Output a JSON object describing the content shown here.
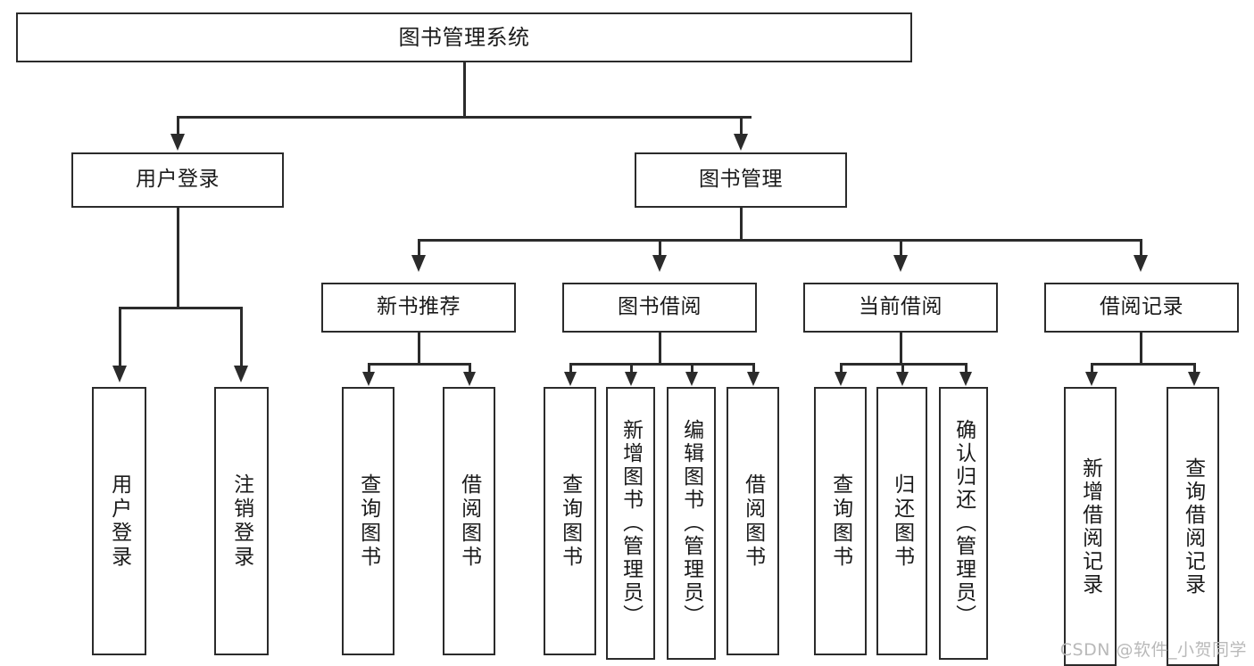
{
  "diagram": {
    "title": "图书管理系统",
    "type": "tree",
    "root": {
      "label": "图书管理系统"
    },
    "level2": [
      {
        "label": "用户登录"
      },
      {
        "label": "图书管理"
      }
    ],
    "level3": [
      {
        "label": "新书推荐"
      },
      {
        "label": "图书借阅"
      },
      {
        "label": "当前借阅"
      },
      {
        "label": "借阅记录"
      }
    ],
    "leaves": {
      "user_login": [
        {
          "label": "用户登录"
        },
        {
          "label": "注销登录"
        }
      ],
      "new_book": [
        {
          "label": "查询图书"
        },
        {
          "label": "借阅图书"
        }
      ],
      "book_borrow": [
        {
          "label": "查询图书"
        },
        {
          "label": "新增图书（管理员）"
        },
        {
          "label": "编辑图书（管理员）"
        },
        {
          "label": "借阅图书"
        }
      ],
      "current_borrow": [
        {
          "label": "查询图书"
        },
        {
          "label": "归还图书"
        },
        {
          "label": "确认归还（管理员）"
        }
      ],
      "borrow_record": [
        {
          "label": "新增借阅记录"
        },
        {
          "label": "查询借阅记录"
        }
      ]
    }
  },
  "watermark": {
    "text": "CSDN @软件_小贺同学"
  },
  "colors": {
    "stroke": "#2b2b2b",
    "background": "#ffffff",
    "text": "#1a1a1a",
    "watermark": "#b9b9b9"
  }
}
